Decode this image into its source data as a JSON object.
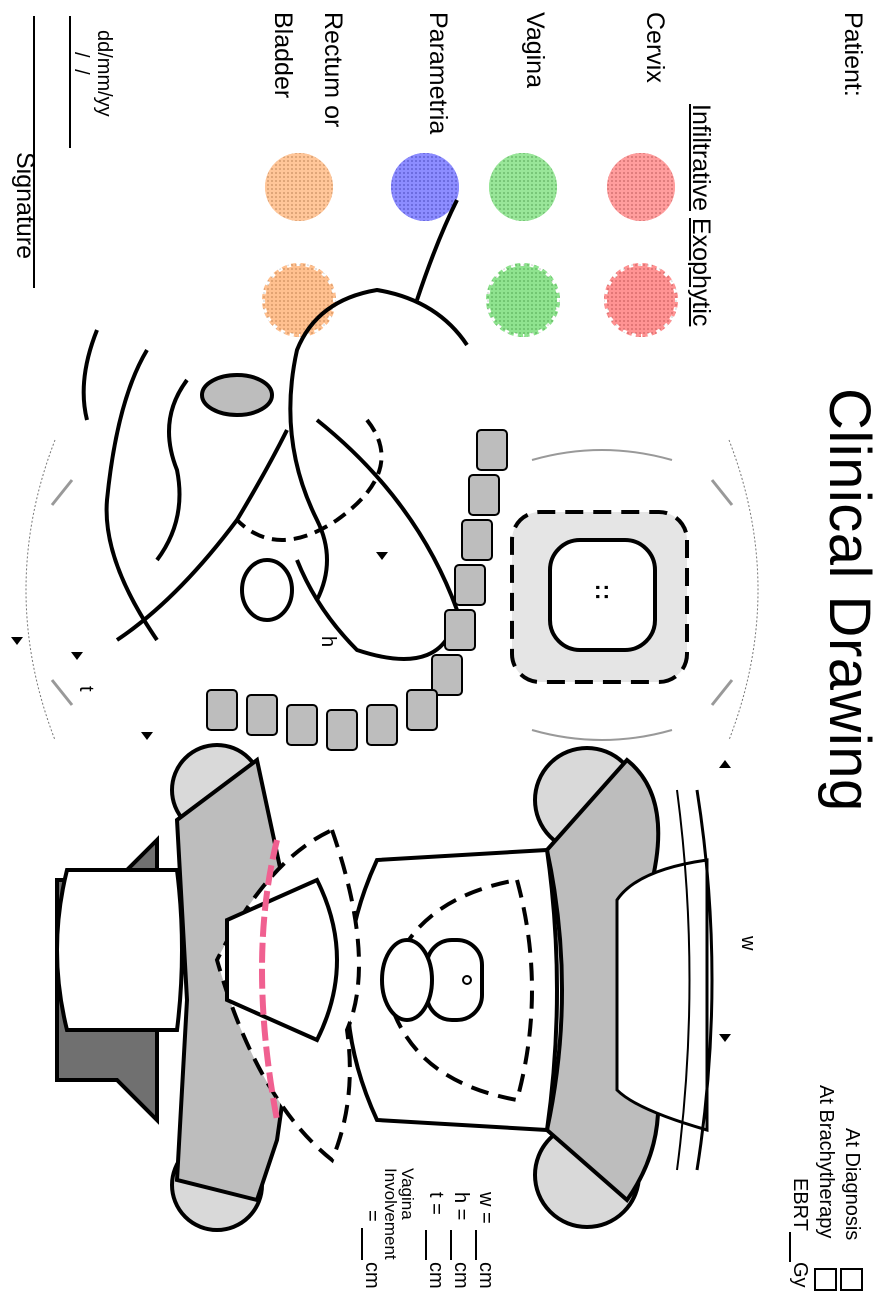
{
  "header": {
    "patient_label": "Patient:",
    "title": "Clinical Drawing"
  },
  "legend": {
    "col_infiltrative": "Infiltrative",
    "col_exophytic": "Exophytic",
    "rows": [
      {
        "label": "Cervix",
        "color": "#ff3b3b"
      },
      {
        "label": "Vagina",
        "color": "#33cc33"
      },
      {
        "label": "Parametria",
        "color": "#1a1aff"
      },
      {
        "label": "Rectum or",
        "label2": "Bladder",
        "color": "#ff8c33"
      }
    ]
  },
  "checkboxes": {
    "at_diagnosis": "At Diagnosis",
    "at_brachytherapy": "At Brachytherapy",
    "ebrt": "EBRT",
    "ebrt_unit": "Gy"
  },
  "measurements": {
    "w": "w =",
    "h": "h =",
    "t": "t =",
    "unit": "cm",
    "vagina_label": "Vagina",
    "involvement_label": "Involvement",
    "eq": "="
  },
  "diagram_labels": {
    "w": "w",
    "h": "h",
    "t": "t"
  },
  "footer": {
    "date_format": "dd/mm/yy",
    "date_slashes": "/     /",
    "signature_label": "Signature"
  },
  "colors": {
    "stipple": "#bdbdbd",
    "stipple_light": "#d9d9d9",
    "pink": "#f06090",
    "dark_wall": "#707070"
  }
}
